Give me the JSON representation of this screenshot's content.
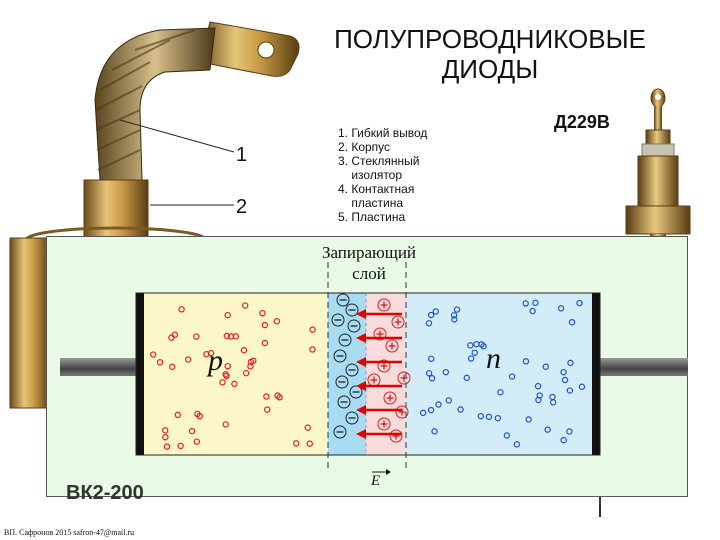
{
  "header": {
    "title_line1": "ПОЛУПРОВОДНИКОВЫЕ",
    "title_line2": "ДИОДЫ",
    "model": "Д229В"
  },
  "parts_list": [
    "1. Гибкий вывод",
    "2. Корпус",
    "3. Стеклянный",
    "    изолятор",
    "4. Контактная",
    "    пластина",
    "5. Пластина"
  ],
  "callouts": {
    "one": "1",
    "two": "2"
  },
  "junction": {
    "barrier_line1": "Запирающий",
    "barrier_line2": "слой",
    "p_label": "p",
    "n_label": "n",
    "field_label": "E"
  },
  "bottom_left_label": "ВК2-200",
  "credit": "ВП. Сафронов 2015 safron-47@mail.ru",
  "colors": {
    "p_region": "#fbf7c8",
    "depletion_neg": "#a8dcf3",
    "depletion_pos": "#f8dcdc",
    "n_region": "#d3edf8",
    "hole_dot": "#e02020",
    "electron_dot": "#2050c8",
    "field_arrow": "#e00000",
    "background_panel": "#e9fbe6"
  },
  "icons": [
    "negative-ion-icon",
    "positive-ion-icon",
    "field-arrow-icon",
    "wire-lead",
    "diode-photo"
  ]
}
